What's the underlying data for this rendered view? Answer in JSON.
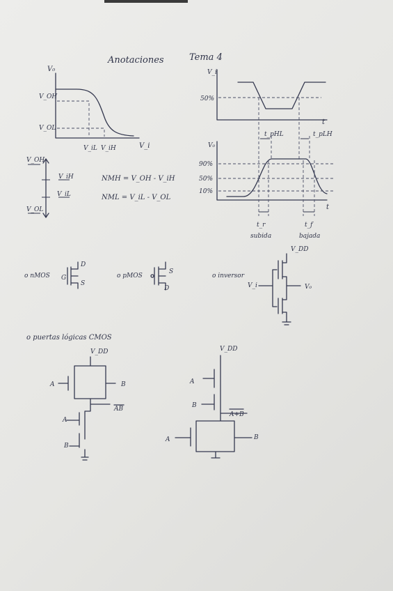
{
  "page": {
    "title": "Anotaciones",
    "topic": "Tema 4"
  },
  "vtc": {
    "y_axis": "V₀",
    "voh": "V_OH",
    "vol": "V_OL",
    "vil": "V_iL",
    "vih": "V_iH",
    "x_axis": "V_i"
  },
  "noise": {
    "voh": "V_OH",
    "vih": "V_iH",
    "vil": "V_iL",
    "vol": "V_OL",
    "nmh": "NMH = V_OH - V_iH",
    "nml": "NML = V_iL - V_OL"
  },
  "timing": {
    "vi": "V_i",
    "level50_top": "50%",
    "t": "t",
    "tphl": "t_pHL",
    "tplh": "t_pLH",
    "vo": "V₀",
    "level90": "90%",
    "level50": "50%",
    "level10": "10%",
    "tr": "t_r",
    "tr_label": "subida",
    "tf": "t_f",
    "tf_label": "bajada"
  },
  "devices": {
    "nmos_label": "o nMOS",
    "nmos_g": "G",
    "nmos_d": "D",
    "nmos_s": "S",
    "pmos_label": "o pMOS",
    "pmos_s": "S",
    "pmos_d": "D",
    "inverter_label": "o inversor",
    "inverter_vdd": "V_DD",
    "inverter_vi": "V_i",
    "inverter_vo": "V₀"
  },
  "gates": {
    "heading": "o puertas lógicas CMOS",
    "nand_vdd": "V_DD",
    "nand_a": "A",
    "nand_b": "B",
    "nand_out": "AB",
    "nand_a2": "A",
    "nand_b2": "B",
    "nor_vdd": "V_DD",
    "nor_a": "A",
    "nor_b": "B",
    "nor_out": "A+B",
    "nor_a2": "A",
    "nor_b2": "B"
  }
}
